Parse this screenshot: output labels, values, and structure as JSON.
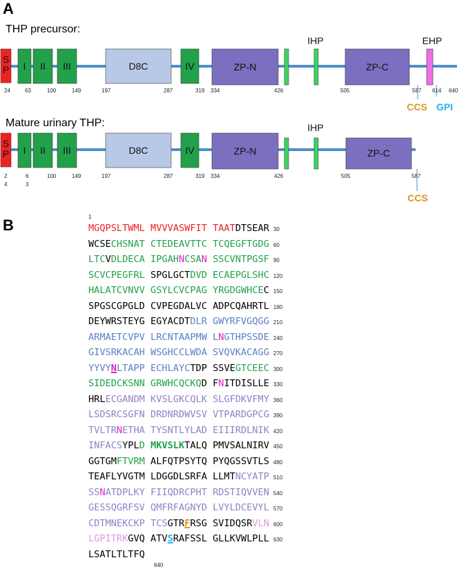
{
  "colors": {
    "signal": "#ee2222",
    "egf": "#23a04a",
    "d8c": "#b7c9e6",
    "d8c_text": "#5b80c4",
    "zp": "#7c6fc0",
    "zp_text": "#8e82c8",
    "ihp": "#3ad65f",
    "ehp": "#ee6fe6",
    "ehp_text": "#dd99dd",
    "backbone": "#4e8fc9",
    "glyco": "#e020c8",
    "ccs": "#d9991c",
    "gpi": "#2aaee8",
    "plain": "#000000"
  },
  "panel_a": {
    "letter": "A",
    "precursor": {
      "title": "THP precursor:",
      "domains": {
        "sp": "S P",
        "egf1": "I",
        "egf2": "II",
        "egf3": "III",
        "d8c": "D8C",
        "egf4": "IV",
        "zpn": "ZP-N",
        "zpc": "ZP-C"
      },
      "ihp_label": "IHP",
      "ehp_label": "EHP",
      "positions": [
        "24",
        "63",
        "100",
        "149",
        "197",
        "287",
        "319",
        "334",
        "426",
        "505",
        "587",
        "614",
        "640"
      ],
      "ccs_label": "CCS",
      "gpi_label": "GPI"
    },
    "mature": {
      "title": "Mature urinary THP:",
      "domains": {
        "sp": "S P",
        "egf1": "I",
        "egf2": "II",
        "egf3": "III",
        "d8c": "D8C",
        "egf4": "IV",
        "zpn": "ZP-N",
        "zpc": "ZP-C"
      },
      "ihp_label": "IHP",
      "positions": [
        "2",
        "4",
        "6",
        "3",
        "100",
        "149",
        "197",
        "287",
        "319",
        "334",
        "426",
        "505",
        "587"
      ],
      "ccs_label": "CCS"
    }
  },
  "panel_b": {
    "letter": "B",
    "start_number": "1",
    "end_number": "640",
    "rows": [
      {
        "end": "30",
        "groups": [
          [
            [
              "MGQPSLTWML",
              "signal"
            ]
          ],
          [
            [
              "MVVVASWFIT",
              "signal"
            ]
          ],
          [
            [
              "TAAT",
              "signal"
            ],
            [
              "DTSEAR",
              "plain"
            ]
          ]
        ]
      },
      {
        "end": "60",
        "groups": [
          [
            [
              "WCSE",
              "plain"
            ],
            [
              "CHSNAT",
              "egf"
            ]
          ],
          [
            [
              "CTEDEAVTTC",
              "egf"
            ]
          ],
          [
            [
              "TCQEGFTGDG",
              "egf"
            ]
          ]
        ]
      },
      {
        "end": "90",
        "groups": [
          [
            [
              "LTC",
              "egf"
            ],
            [
              "V",
              "plain"
            ],
            [
              "DLDECA",
              "egf"
            ]
          ],
          [
            [
              "IPGAH",
              "egf"
            ],
            [
              "N",
              "glyco"
            ],
            [
              "CSA",
              "egf"
            ],
            [
              "N",
              "glyco"
            ]
          ],
          [
            [
              "SSCVNTPGSF",
              "egf"
            ]
          ]
        ]
      },
      {
        "end": "120",
        "groups": [
          [
            [
              "SCVCPEGFRL",
              "egf"
            ]
          ],
          [
            [
              "SPGLGCT",
              "plain"
            ],
            [
              "DVD",
              "egf"
            ]
          ],
          [
            [
              "ECAEPGLSHC",
              "egf"
            ]
          ]
        ]
      },
      {
        "end": "150",
        "groups": [
          [
            [
              "HALATCVNVV",
              "egf"
            ]
          ],
          [
            [
              "GSYLCVCPAG",
              "egf"
            ]
          ],
          [
            [
              "YRGDGWHCE",
              "egf"
            ],
            [
              "C",
              "plain"
            ]
          ]
        ]
      },
      {
        "end": "180",
        "groups": [
          [
            [
              "SPGSCGPGLD",
              "plain"
            ]
          ],
          [
            [
              "CVPEGDALVC",
              "plain"
            ]
          ],
          [
            [
              "ADPCQAHRTL",
              "plain"
            ]
          ]
        ]
      },
      {
        "end": "210",
        "groups": [
          [
            [
              "DEYWRSTEYG",
              "plain"
            ]
          ],
          [
            [
              "EGYACDT",
              "plain"
            ],
            [
              "DLR",
              "d8c_text"
            ]
          ],
          [
            [
              "GWYRFVGQGG",
              "d8c_text"
            ]
          ]
        ]
      },
      {
        "end": "240",
        "groups": [
          [
            [
              "ARMAETCVPV",
              "d8c_text"
            ]
          ],
          [
            [
              "LRCNTAAPMW",
              "d8c_text"
            ]
          ],
          [
            [
              "L",
              "d8c_text"
            ],
            [
              "N",
              "glyco"
            ],
            [
              "GTHPSSDE",
              "d8c_text"
            ]
          ]
        ]
      },
      {
        "end": "270",
        "groups": [
          [
            [
              "GIVSRKACAH",
              "d8c_text"
            ]
          ],
          [
            [
              "WSGHCCLWDA",
              "d8c_text"
            ]
          ],
          [
            [
              "SVQVKACAGG",
              "d8c_text"
            ]
          ]
        ]
      },
      {
        "end": "300",
        "groups": [
          [
            [
              "YYVY",
              "d8c_text"
            ],
            [
              "N",
              "glyco_bu"
            ],
            [
              "LTAPP",
              "d8c_text"
            ]
          ],
          [
            [
              "ECHLAYC",
              "d8c_text"
            ],
            [
              "TDP",
              "plain"
            ]
          ],
          [
            [
              "SSVE",
              "plain"
            ],
            [
              "GTCEEC",
              "egf"
            ]
          ]
        ]
      },
      {
        "end": "330",
        "groups": [
          [
            [
              "SIDEDCKSNN",
              "egf"
            ]
          ],
          [
            [
              "GRWHCQCKQ",
              "egf"
            ],
            [
              "D",
              "plain"
            ]
          ],
          [
            [
              "F",
              "plain"
            ],
            [
              "N",
              "glyco"
            ],
            [
              "ITDISLLE",
              "plain"
            ]
          ]
        ]
      },
      {
        "end": "360",
        "groups": [
          [
            [
              "HRL",
              "plain"
            ],
            [
              "ECGANDM",
              "zp_text"
            ]
          ],
          [
            [
              "KVSLGKCQLK",
              "zp_text"
            ]
          ],
          [
            [
              "SLGFDKVFMY",
              "zp_text"
            ]
          ]
        ]
      },
      {
        "end": "390",
        "groups": [
          [
            [
              "LSDSRCSGFN",
              "zp_text"
            ]
          ],
          [
            [
              "DRDNRDWVSV",
              "zp_text"
            ]
          ],
          [
            [
              "VTPARDGPCG",
              "zp_text"
            ]
          ]
        ]
      },
      {
        "end": "420",
        "groups": [
          [
            [
              "TVLTR",
              "zp_text"
            ],
            [
              "N",
              "glyco"
            ],
            [
              "ETHA",
              "zp_text"
            ]
          ],
          [
            [
              "TYSNTLYLAD",
              "zp_text"
            ]
          ],
          [
            [
              "EIIIRDLNIK",
              "zp_text"
            ]
          ]
        ]
      },
      {
        "end": "450",
        "groups": [
          [
            [
              "INFACS",
              "zp_text"
            ],
            [
              "YPL",
              "plain"
            ],
            [
              "D",
              "egf"
            ]
          ],
          [
            [
              "MKVSLK",
              "egf_b"
            ],
            [
              "TALQ",
              "plain"
            ]
          ],
          [
            [
              "PMVSALNIRV",
              "plain"
            ]
          ]
        ]
      },
      {
        "end": "480",
        "groups": [
          [
            [
              "GGTGM",
              "plain"
            ],
            [
              "FTVRM",
              "egf"
            ]
          ],
          [
            [
              "ALFQTPSYTQ",
              "plain"
            ]
          ],
          [
            [
              "PYQGSSVTLS",
              "plain"
            ]
          ]
        ]
      },
      {
        "end": "510",
        "groups": [
          [
            [
              "TEAFLYVGTM",
              "plain"
            ]
          ],
          [
            [
              "LDGGDLSRFA",
              "plain"
            ]
          ],
          [
            [
              "LLMT",
              "plain"
            ],
            [
              "NCYATP",
              "zp_text"
            ]
          ]
        ]
      },
      {
        "end": "540",
        "groups": [
          [
            [
              "SS",
              "zp_text"
            ],
            [
              "N",
              "glyco"
            ],
            [
              "ATDPLKY",
              "zp_text"
            ]
          ],
          [
            [
              "FIIQDRCPHT",
              "zp_text"
            ]
          ],
          [
            [
              "RDSTIQVVEN",
              "zp_text"
            ]
          ]
        ]
      },
      {
        "end": "570",
        "groups": [
          [
            [
              "GESSQGRFSV",
              "zp_text"
            ]
          ],
          [
            [
              "QMFRFAGNYD",
              "zp_text"
            ]
          ],
          [
            [
              "LVYLDCEVYL",
              "zp_text"
            ]
          ]
        ]
      },
      {
        "end": "600",
        "groups": [
          [
            [
              "CDTMNEKCKP",
              "zp_text"
            ]
          ],
          [
            [
              "TCS",
              "zp_text"
            ],
            [
              "GTR",
              "plain"
            ],
            [
              "F",
              "ccs_bu"
            ],
            [
              "RSG",
              "plain"
            ]
          ],
          [
            [
              "SVIDQSR",
              "plain"
            ],
            [
              "VLN",
              "ehp_text"
            ]
          ]
        ]
      },
      {
        "end": "630",
        "groups": [
          [
            [
              "LGPITRK",
              "ehp_text"
            ],
            [
              "GVQ",
              "plain"
            ]
          ],
          [
            [
              "ATV",
              "plain"
            ],
            [
              "S",
              "gpi_bu"
            ],
            [
              "RAFSSL",
              "plain"
            ]
          ],
          [
            [
              "GLLKVWLPLL",
              "plain"
            ]
          ]
        ]
      },
      {
        "end": "",
        "groups": [
          [
            [
              "LSATLTLTFQ",
              "plain"
            ]
          ]
        ]
      }
    ]
  }
}
